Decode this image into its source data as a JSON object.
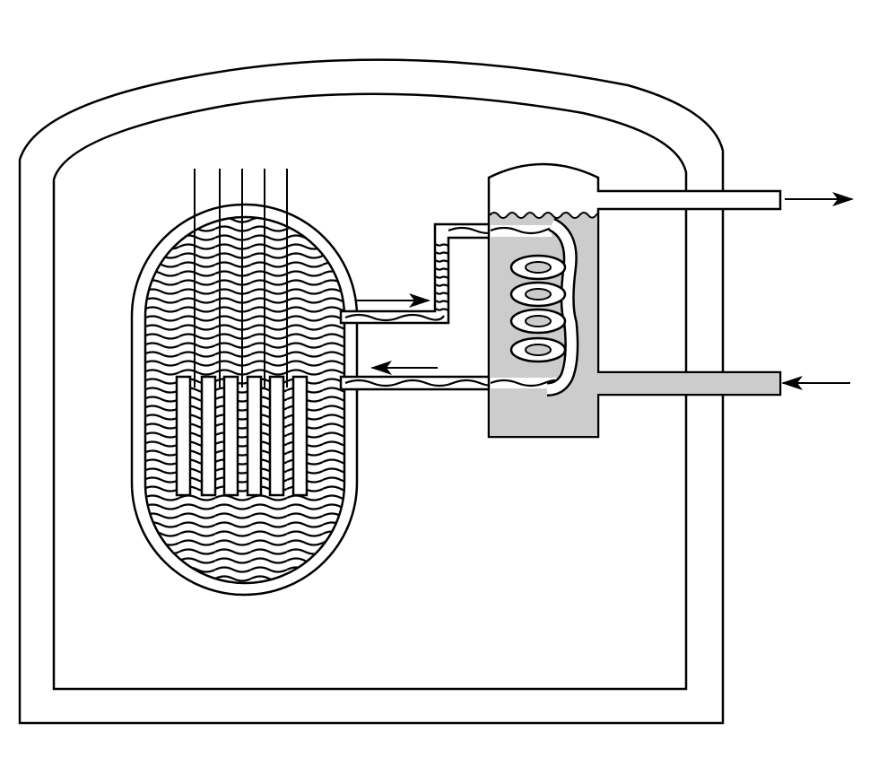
{
  "diagram": {
    "colors": {
      "line": "#000000",
      "background": "#ffffff",
      "secondary_water": "#cccccc"
    },
    "components": [
      "containment-building",
      "reactor-vessel",
      "control-rods",
      "fuel-rods",
      "primary-hot-leg",
      "primary-cold-leg",
      "steam-generator",
      "heat-exchanger-coil",
      "steam-outlet",
      "feedwater-inlet"
    ]
  }
}
